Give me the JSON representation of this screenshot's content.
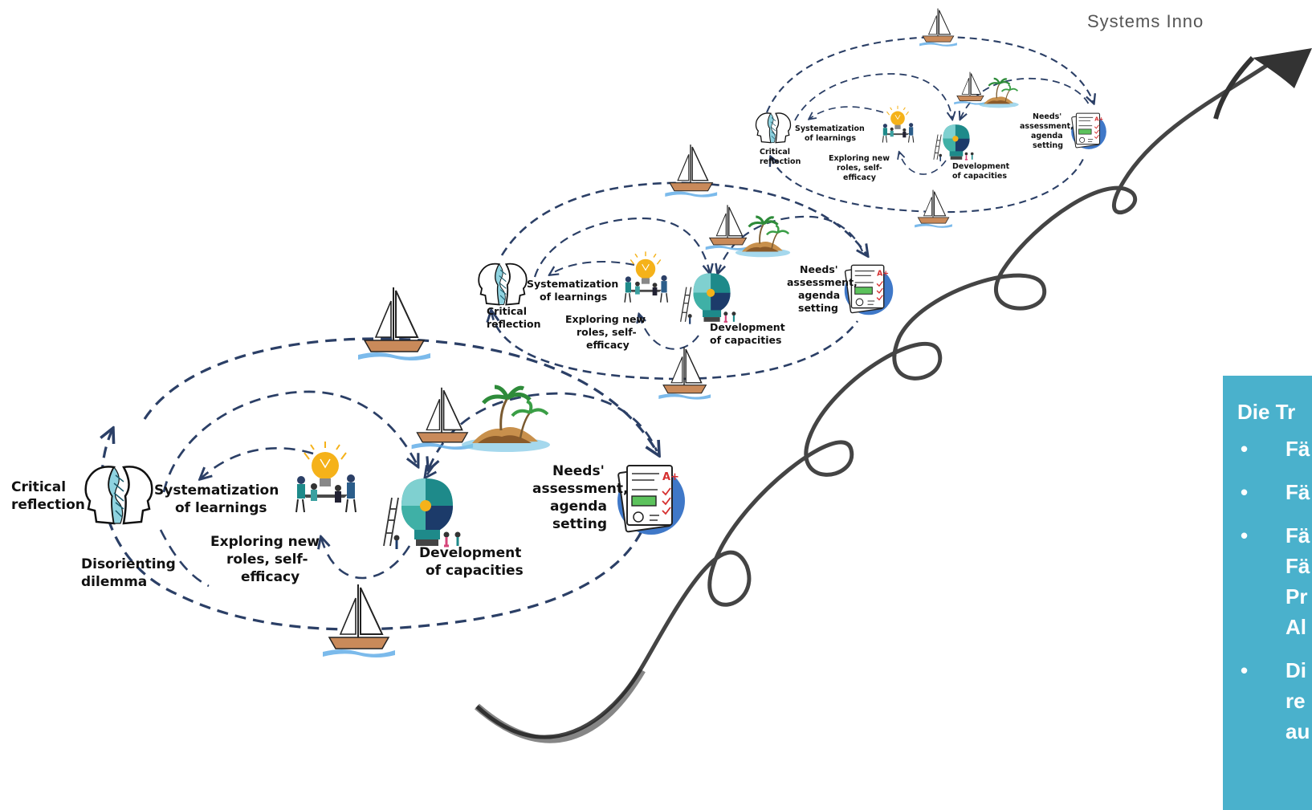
{
  "header": {
    "source_text": "Systems Inno"
  },
  "cycles": [
    {
      "critical_reflection": [
        "Critical",
        "reflection"
      ],
      "systematization": [
        "Systematization",
        "of learnings"
      ],
      "exploring": [
        "Exploring new",
        "roles, self-",
        "efficacy"
      ],
      "development": [
        "Development",
        "of capacities"
      ],
      "needs": [
        "Needs'",
        "assessment,",
        "agenda",
        "setting"
      ],
      "disorienting": [
        "Disorienting",
        "dilemma"
      ]
    },
    {
      "critical_reflection": [
        "Critical",
        "reflection"
      ],
      "systematization": [
        "Systematization",
        "of learnings"
      ],
      "exploring": [
        "Exploring new",
        "roles, self-",
        "efficacy"
      ],
      "development": [
        "Development",
        "of capacities"
      ],
      "needs": [
        "Needs'",
        "assessment,",
        "agenda",
        "setting"
      ]
    },
    {
      "critical_reflection": [
        "Critical",
        "reflection"
      ],
      "systematization": [
        "Systematization",
        "of learnings"
      ],
      "exploring": [
        "Exploring new",
        "roles, self-",
        "efficacy"
      ],
      "development": [
        "Development",
        "of capacities"
      ],
      "needs": [
        "Needs'",
        "assessment,",
        "agenda",
        "setting"
      ]
    }
  ],
  "sidebox": {
    "title": "Die Tr",
    "bullets": [
      {
        "lines": [
          "Fä"
        ]
      },
      {
        "lines": [
          "Fä"
        ]
      },
      {
        "lines": [
          "Fä",
          "Fä",
          "Pr",
          "Al"
        ]
      },
      {
        "lines": [
          "Di",
          "re",
          "au"
        ]
      }
    ]
  },
  "icons": [
    "sailboat-icon",
    "island-icon",
    "head-profile-icon",
    "lightbulb-team-icon",
    "puzzle-lightbulb-icon",
    "checklist-document-icon",
    "spiral-arrow-icon"
  ],
  "colors": {
    "dashed_path": "#2b3f66",
    "spiral": "#444444",
    "sidebox_bg": "#4ab1cc",
    "boat_hull": "#c98a5a",
    "water": "#5aa9e6",
    "bulb": "#f5b21a",
    "puzzle_teal": "#1e8a8a"
  }
}
